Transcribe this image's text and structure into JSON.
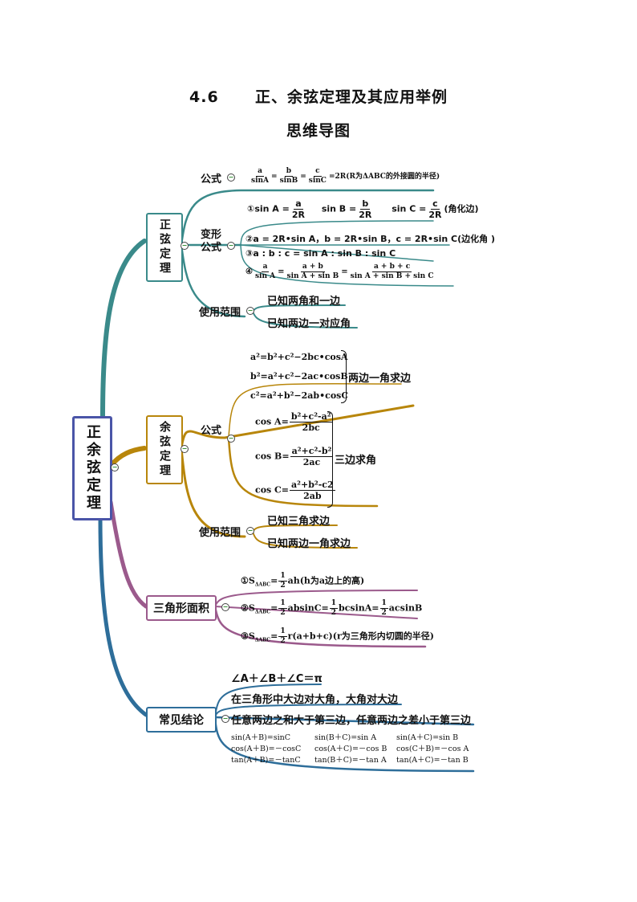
{
  "header": {
    "number": "4.6",
    "title": "正、余弦定理及其应用举例",
    "subtitle": "思维导图"
  },
  "root": {
    "label": "正余弦定理"
  },
  "sine_law": {
    "label": "正弦定理",
    "formula_label": "公式",
    "formula_tail": "=2R(R为ΔABC的外接圆的半径)",
    "variant_label": "变形公式",
    "variant1_prefix": "①sin A =",
    "variant1_b": "sin B =",
    "variant1_c": "sin C =",
    "variant1_tail": "(角化边)",
    "variant2": "②a = 2R•sin A，b = 2R•sin B，c = 2R•sin C(边化角 )",
    "variant3": "③a : b : c = sin A : sin B : sin C",
    "variant4_prefix": "④",
    "scope_label": "使用范围",
    "scope1": "已知两角和一边",
    "scope2": "已知两边一对应角"
  },
  "cosine_law": {
    "label": "余弦定理",
    "formulas": [
      "a²=b²+c²−2bc•cosA",
      "b²=a²+c²−2ac•cosB",
      "c²=a²+b²−2ab•cosC"
    ],
    "formulas_note": "两边一角求边",
    "formula_label": "公式",
    "cosA": "cos A=",
    "cosA_num": "b²+c²-a²",
    "cosA_den": "2bc",
    "cosB": "cos B=",
    "cosB_num": "a²+c²-b²",
    "cosB_den": "2ac",
    "cosC": "cos C=",
    "cosC_num": "a²+b²-c2",
    "cosC_den": "2ab",
    "cos_note": "三边求角",
    "scope_label": "使用范围",
    "scope1": "已知三角求边",
    "scope2": "已知两边一角求边"
  },
  "area": {
    "label": "三角形面积",
    "f1_prefix": "①S",
    "f1_tail": "ah",
    "f1_note": "(h为a边上的高)",
    "f2_prefix": "②S",
    "f2_a": "absinC=",
    "f2_b": "bcsinA=",
    "f2_c": "acsinB",
    "f3_prefix": "③S",
    "f3_tail": "r(a+b+c)(r为三角形内切圆的半径)",
    "sub": "ΔABC",
    "half_num": "1",
    "half_den": "2"
  },
  "conclusions": {
    "label": "常见结论",
    "c1": "∠A＋∠B＋∠C＝π",
    "c2": "在三角形中大边对大角，大角对大边",
    "c3": "任意两边之和大于第三边，任意两边之差小于第三边",
    "identities": [
      [
        "sin(A＋B)=sinC",
        "sin(B＋C)=sin A",
        "sin(A＋C)=sin B"
      ],
      [
        "cos(A＋B)=－cosC",
        "cos(A＋C)=－cos B",
        "cos(C＋B)=－cos A"
      ],
      [
        "tan(A＋B)=－tanC",
        "tan(B＋C)=－tan A",
        "tan(A＋C)=－tan B"
      ]
    ]
  },
  "colors": {
    "teal": "#3a8a8a",
    "gold": "#b8860b",
    "purple": "#9b5a8c",
    "blue": "#2e6e9a",
    "root_border": "#4a55a8"
  }
}
